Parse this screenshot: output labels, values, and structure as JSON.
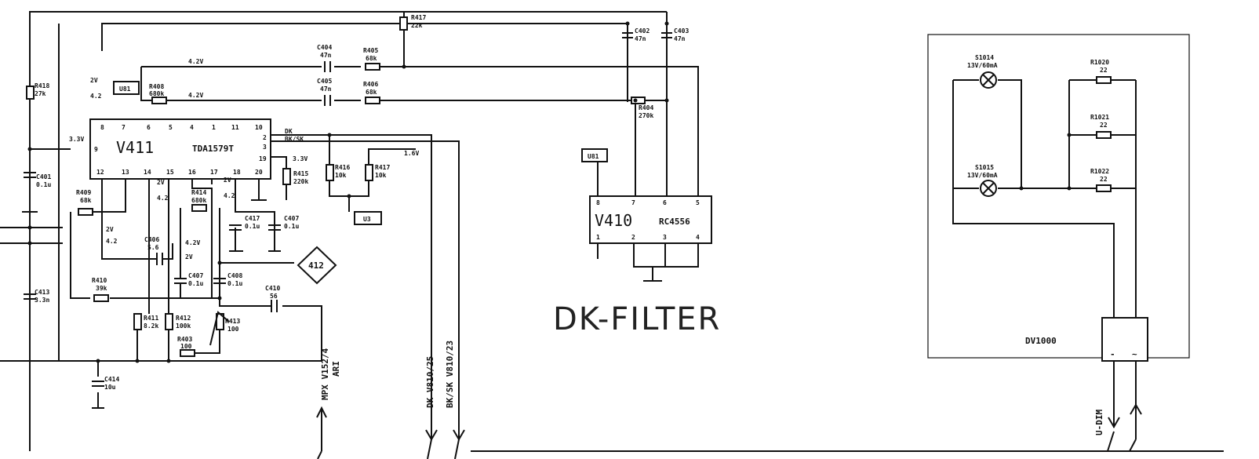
{
  "diagram": {
    "title": "DK-FILTER",
    "ic_v411": {
      "name": "V411",
      "part": "TDA1579T"
    },
    "ic_v410": {
      "name": "V410",
      "part": "RC4556"
    },
    "module": {
      "name": "DV1000",
      "pin_minus": "-",
      "pin_tilde": "~"
    },
    "u81_a": "U81",
    "u81_b": "U81",
    "u3": "U3",
    "diamond": "412",
    "resistors": {
      "r417": {
        "name": "R417",
        "value": "22k"
      },
      "r418": {
        "name": "R418",
        "value": "27k"
      },
      "r408": {
        "name": "R408",
        "value": "680k"
      },
      "r405": {
        "name": "R405",
        "value": "68k"
      },
      "r406": {
        "name": "R406",
        "value": "68k"
      },
      "r404": {
        "name": "R404",
        "value": "270k"
      },
      "r415": {
        "name": "R415",
        "value": "220k"
      },
      "r416": {
        "name": "R416",
        "value": "10k"
      },
      "r417b": {
        "name": "R417",
        "value": "10k"
      },
      "r409": {
        "name": "R409",
        "value": "68k"
      },
      "r414": {
        "name": "R414",
        "value": "680k"
      },
      "r410": {
        "name": "R410",
        "value": "39k"
      },
      "r411": {
        "name": "R411",
        "value": "8.2k"
      },
      "r412": {
        "name": "R412",
        "value": "100k"
      },
      "r413": {
        "name": "R413",
        "value": "100"
      },
      "r403": {
        "name": "R403",
        "value": "100"
      },
      "r1020": {
        "name": "R1020",
        "value": "22"
      },
      "r1021": {
        "name": "R1021",
        "value": "22"
      },
      "r1022": {
        "name": "R1022",
        "value": "22"
      }
    },
    "capacitors": {
      "c402": {
        "name": "C402",
        "value": "47n"
      },
      "c403": {
        "name": "C403",
        "value": "47n"
      },
      "c404": {
        "name": "C404",
        "value": "47n"
      },
      "c405": {
        "name": "C405",
        "value": "47n"
      },
      "c401": {
        "name": "C401",
        "value": "0.1u"
      },
      "c413": {
        "name": "C413",
        "value": "3.3n"
      },
      "c417": {
        "name": "C417",
        "value": "0.1u"
      },
      "c407b": {
        "name": "C407",
        "value": "0.1u"
      },
      "c406": {
        "name": "C406",
        "value": "5.6"
      },
      "c407": {
        "name": "C407",
        "value": "0.1u"
      },
      "c408": {
        "name": "C408",
        "value": "0.1u"
      },
      "c410": {
        "name": "C410",
        "value": "56"
      },
      "c414": {
        "name": "C414",
        "value": "10u"
      }
    },
    "lamps": {
      "s1014": {
        "name": "S1014",
        "rating": "13V/60mA"
      },
      "s1015": {
        "name": "S1015",
        "rating": "13V/60mA"
      }
    },
    "voltages": {
      "v42a": "4.2V",
      "v42b": "4.2V",
      "v33a": "3.3V",
      "v33b": "3.3V",
      "v16": "1.6V",
      "v2a": "2V",
      "v42c": "4.2",
      "v2b": "2V",
      "v42d": "4.2",
      "v2c": "2V",
      "v42e": "4.2",
      "v2d": "2V",
      "v42f": "4.2",
      "v42g": "4.2V",
      "v2e": "2V"
    },
    "signals": {
      "dk": "DK",
      "bksk": "BK/SK"
    },
    "v411_pins": {
      "top": [
        "8",
        "7",
        "6",
        "5",
        "4",
        "1",
        "11",
        "10"
      ],
      "bottom": [
        "12",
        "13",
        "14",
        "15",
        "16",
        "17",
        "18",
        "20"
      ],
      "right": [
        "2",
        "3",
        "19"
      ],
      "left": "9"
    },
    "v410_pins": {
      "top": [
        "8",
        "7",
        "6",
        "5"
      ],
      "bottom": [
        "1",
        "2",
        "3",
        "4"
      ]
    },
    "connectors": {
      "mpx": "MPX V152/4",
      "ari": "ARI",
      "dk": "DK V810/25",
      "bksk": "BK/SK V810/23",
      "udim": "U-DIM"
    }
  }
}
